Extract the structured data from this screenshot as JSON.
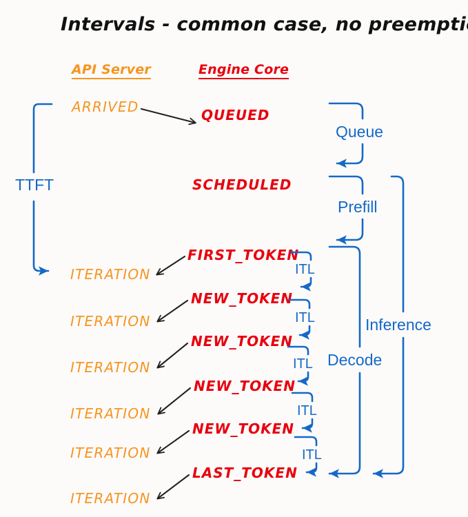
{
  "title": "Intervals - common case, no preemptions",
  "colors": {
    "background": "#fcfbfa",
    "title": "#111111",
    "api_server": "#F7941E",
    "engine_core": "#E8000D",
    "blue": "#1569C7",
    "arrow_black": "#222222"
  },
  "columns": [
    {
      "label": "API Server",
      "color": "#F7941E"
    },
    {
      "label": "Engine Core",
      "color": "#E8000D"
    }
  ],
  "api_states": [
    {
      "label": "ARRIVED"
    },
    {
      "label": "ITERATION"
    },
    {
      "label": "ITERATION"
    },
    {
      "label": "ITERATION"
    },
    {
      "label": "ITERATION"
    },
    {
      "label": "ITERATION"
    },
    {
      "label": "ITERATION"
    }
  ],
  "engine_states": [
    {
      "label": "QUEUED"
    },
    {
      "label": "SCHEDULED"
    },
    {
      "label": "FIRST_TOKEN"
    },
    {
      "label": "NEW_TOKEN"
    },
    {
      "label": "NEW_TOKEN"
    },
    {
      "label": "NEW_TOKEN"
    },
    {
      "label": "NEW_TOKEN"
    },
    {
      "label": "LAST_TOKEN"
    }
  ],
  "intervals": {
    "ttft": "TTFT",
    "queue": "Queue",
    "prefill": "Prefill",
    "decode": "Decode",
    "inference": "Inference",
    "itl": [
      "ITL",
      "ITL",
      "ITL",
      "ITL",
      "ITL"
    ]
  }
}
